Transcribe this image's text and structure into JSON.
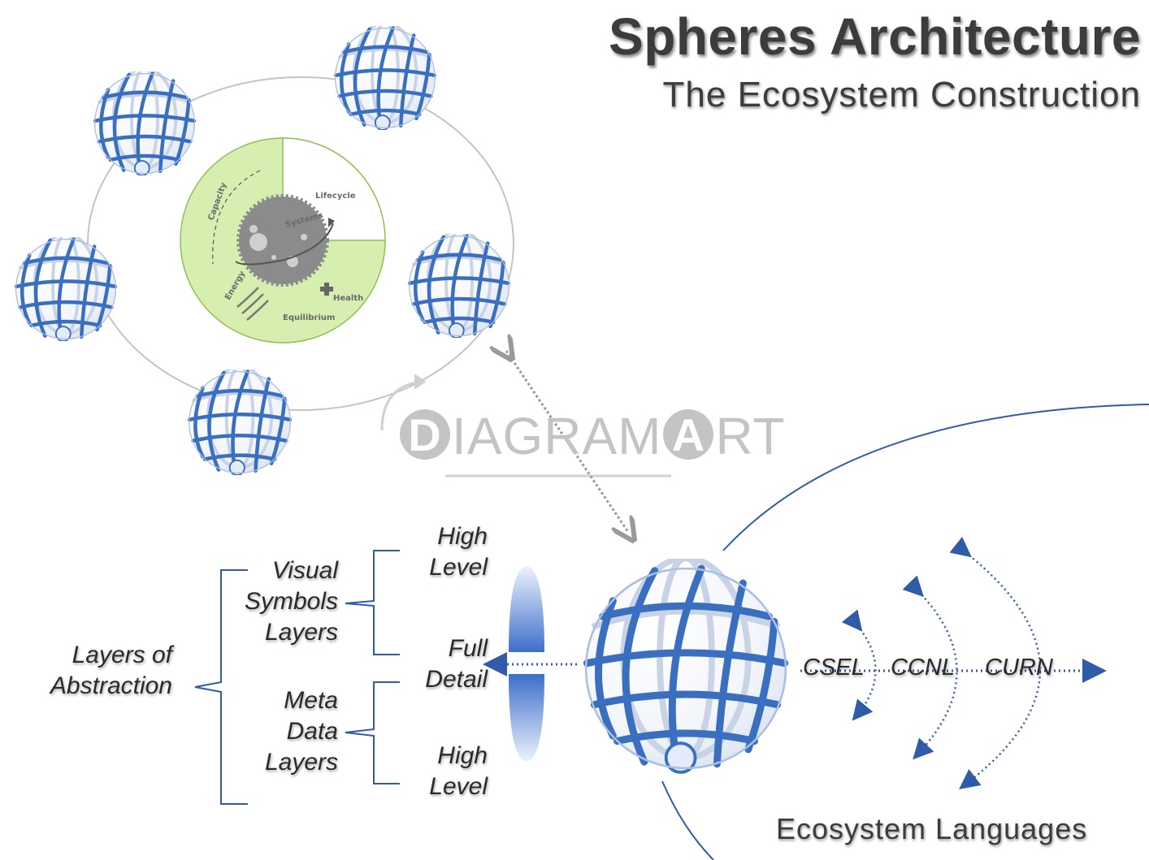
{
  "header": {
    "title": "Spheres Architecture",
    "subtitle": "The Ecosystem Construction"
  },
  "ecosystem_wheel": {
    "center_label": "Systems",
    "quadrants": [
      "Capacity",
      "Lifecycle",
      "Health",
      "Equilibrium",
      "Energy"
    ],
    "fill_color": "#d6eeb0"
  },
  "layers": {
    "root": [
      "Layers of",
      "Abstraction"
    ],
    "visual_group": [
      "Visual",
      "Symbols",
      "Layers"
    ],
    "meta_group": [
      "Meta",
      "Data",
      "Layers"
    ],
    "high_level_top": [
      "High",
      "Level"
    ],
    "full_detail": [
      "Full",
      "Detail"
    ],
    "high_level_bottom": [
      "High",
      "Level"
    ]
  },
  "languages": {
    "items": [
      "CSEL",
      "CCNL",
      "CURN"
    ],
    "caption": "Ecosystem Languages"
  },
  "watermark": {
    "letter_d": "D",
    "text_mid": "IAGRAM",
    "letter_a": "A",
    "text_end": "RT"
  },
  "colors": {
    "globe_blue": "#3a6fc0",
    "line_blue": "#2f5ba8",
    "orbit_gray": "#bdbdbd"
  }
}
